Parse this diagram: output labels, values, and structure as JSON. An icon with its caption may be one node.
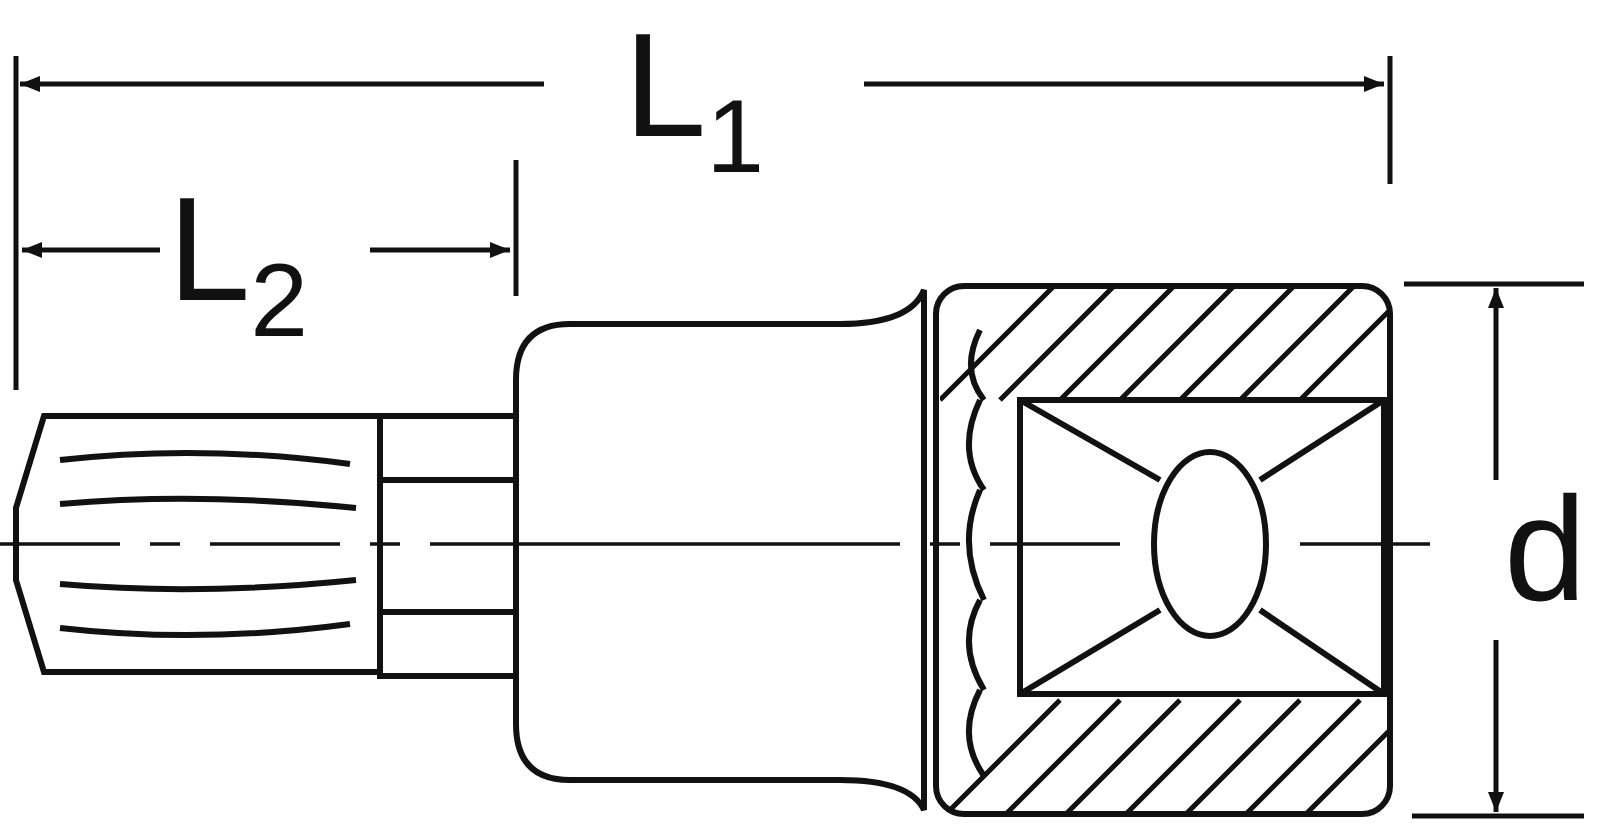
{
  "diagram": {
    "labels": [
      "L$_{1}$",
      "L$_{2}$",
      "d"
    ]
  }
}
